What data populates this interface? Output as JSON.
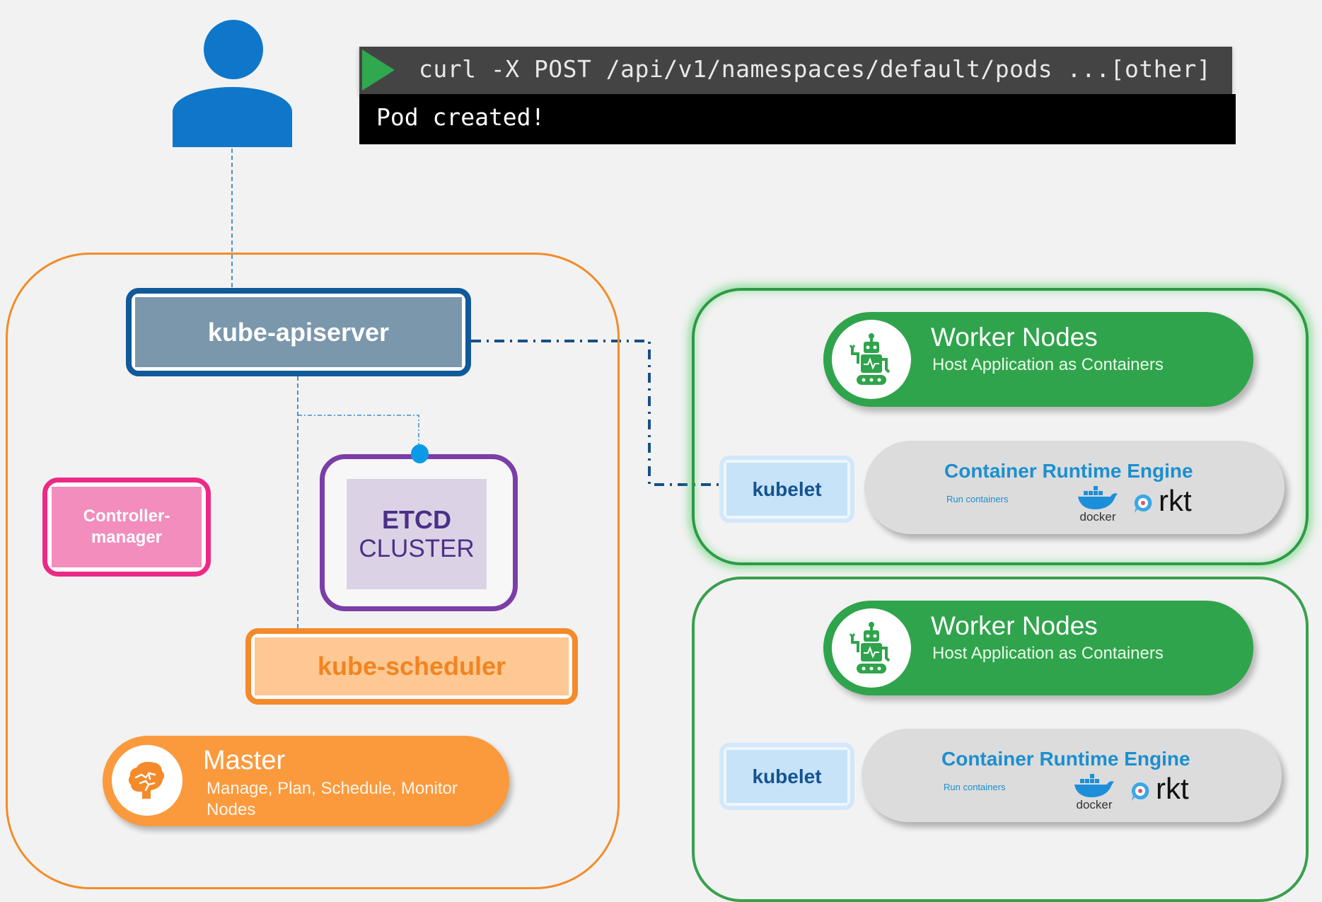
{
  "terminal": {
    "command": "curl -X POST /api/v1/namespaces/default/pods ...[other]",
    "output": "Pod created!",
    "play_icon": "play-icon"
  },
  "user": {
    "icon": "user-icon"
  },
  "master": {
    "apiserver_label": "kube-apiserver",
    "controller_label_line1": "Controller-",
    "controller_label_line2": "manager",
    "etcd_title": "ETCD",
    "etcd_subtitle": "CLUSTER",
    "scheduler_label": "kube-scheduler",
    "pill_title": "Master",
    "pill_subtitle": "Manage, Plan, Schedule, Monitor Nodes",
    "icon": "brain-icon"
  },
  "workers": [
    {
      "title": "Worker Nodes",
      "subtitle": "Host Application as Containers",
      "kubelet_label": "kubelet",
      "cre_title": "Container Runtime Engine",
      "cre_subtitle": "Run containers",
      "runtimes": [
        "docker",
        "rkt"
      ],
      "highlighted": true
    },
    {
      "title": "Worker Nodes",
      "subtitle": "Host Application as Containers",
      "kubelet_label": "kubelet",
      "cre_title": "Container Runtime Engine",
      "cre_subtitle": "Run containers",
      "runtimes": [
        "docker",
        "rkt"
      ],
      "highlighted": false
    }
  ],
  "colors": {
    "master_orange": "#f28c28",
    "apiserver_blue": "#10599a",
    "controller_pink": "#ec2a86",
    "etcd_purple": "#7b3ea8",
    "worker_green": "#2fa44c",
    "runtime_blue": "#1b8fcf"
  }
}
